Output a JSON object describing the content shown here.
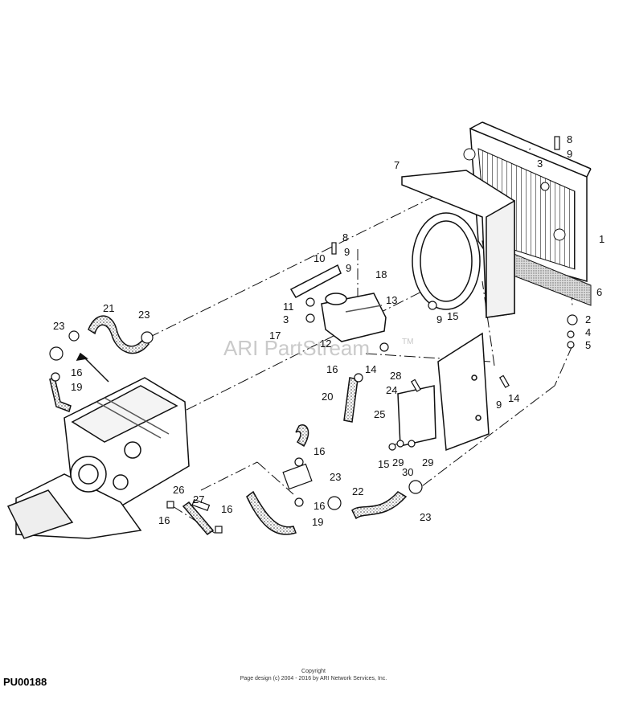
{
  "watermark": {
    "text": "ARI PartStream",
    "tm": "TM"
  },
  "part_ref": "PU00188",
  "footer": {
    "line1": "Copyright",
    "line2": "Page design (c) 2004 - 2016 by ARI Network Services, Inc."
  },
  "callouts": [
    {
      "id": "c8a",
      "text": "8"
    },
    {
      "id": "c9a",
      "text": "9"
    },
    {
      "id": "c3a",
      "text": "3"
    },
    {
      "id": "c7",
      "text": "7"
    },
    {
      "id": "c1",
      "text": "1"
    },
    {
      "id": "c6",
      "text": "6"
    },
    {
      "id": "c2",
      "text": "2"
    },
    {
      "id": "c4",
      "text": "4"
    },
    {
      "id": "c5",
      "text": "5"
    },
    {
      "id": "c8b",
      "text": "8"
    },
    {
      "id": "c9b",
      "text": "9"
    },
    {
      "id": "c10",
      "text": "10"
    },
    {
      "id": "c9c",
      "text": "9"
    },
    {
      "id": "c18",
      "text": "18"
    },
    {
      "id": "c13",
      "text": "13"
    },
    {
      "id": "c11",
      "text": "11"
    },
    {
      "id": "c3b",
      "text": "3"
    },
    {
      "id": "c17",
      "text": "17"
    },
    {
      "id": "c12",
      "text": "12"
    },
    {
      "id": "c9d",
      "text": "9"
    },
    {
      "id": "c15a",
      "text": "15"
    },
    {
      "id": "c21",
      "text": "21"
    },
    {
      "id": "c23a",
      "text": "23"
    },
    {
      "id": "c23b",
      "text": "23"
    },
    {
      "id": "c16a",
      "text": "16"
    },
    {
      "id": "c19a",
      "text": "19"
    },
    {
      "id": "c16b",
      "text": "16"
    },
    {
      "id": "c14a",
      "text": "14"
    },
    {
      "id": "c28",
      "text": "28"
    },
    {
      "id": "c24",
      "text": "24"
    },
    {
      "id": "c9e",
      "text": "9"
    },
    {
      "id": "c14b",
      "text": "14"
    },
    {
      "id": "c20",
      "text": "20"
    },
    {
      "id": "c25",
      "text": "25"
    },
    {
      "id": "c16c",
      "text": "16"
    },
    {
      "id": "c15b",
      "text": "15"
    },
    {
      "id": "c29a",
      "text": "29"
    },
    {
      "id": "c29b",
      "text": "29"
    },
    {
      "id": "c30",
      "text": "30"
    },
    {
      "id": "c23c",
      "text": "23"
    },
    {
      "id": "c22",
      "text": "22"
    },
    {
      "id": "c23d",
      "text": "23"
    },
    {
      "id": "c16d",
      "text": "16"
    },
    {
      "id": "c19b",
      "text": "19"
    },
    {
      "id": "c26",
      "text": "26"
    },
    {
      "id": "c27",
      "text": "27"
    },
    {
      "id": "c16e",
      "text": "16"
    },
    {
      "id": "c16f",
      "text": "16"
    }
  ]
}
